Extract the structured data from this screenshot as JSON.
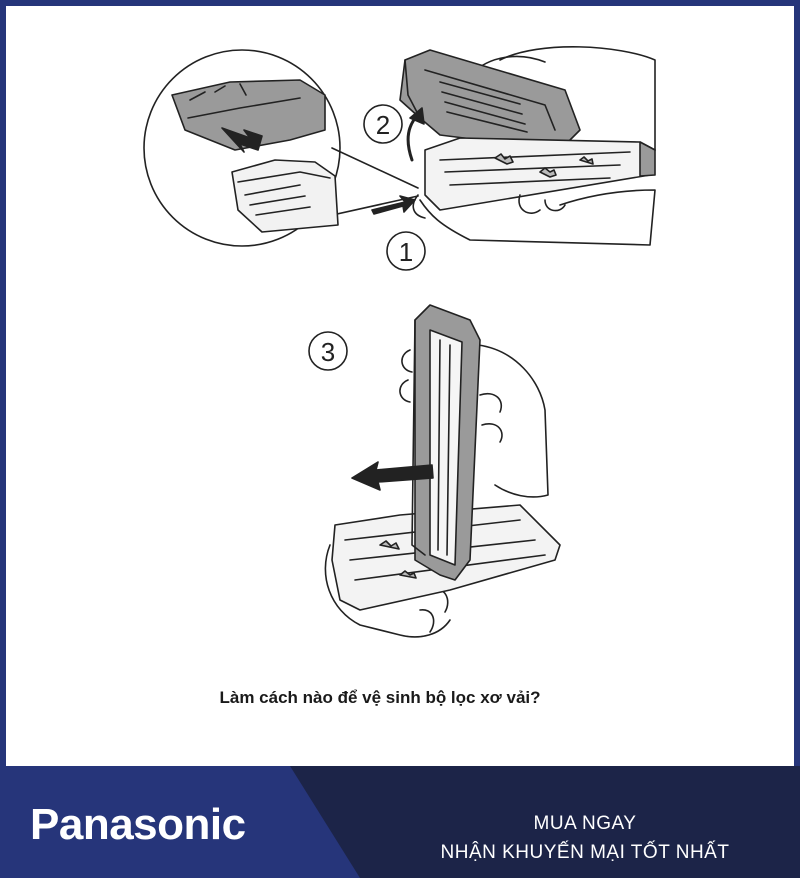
{
  "illustration": {
    "step_labels": [
      "1",
      "2",
      "3"
    ]
  },
  "caption": "Làm cách nào để vệ sinh bộ lọc xơ vải?",
  "banner": {
    "brand": "Panasonic",
    "promo_line1": "MUA NGAY",
    "promo_line2": "NHẬN KHUYẾN MẠI TỐT NHẤT"
  },
  "colors": {
    "frame_border": "#26357a",
    "banner_light": "#26357a",
    "banner_dark": "#1c2448",
    "text": "#1a1a1a"
  }
}
